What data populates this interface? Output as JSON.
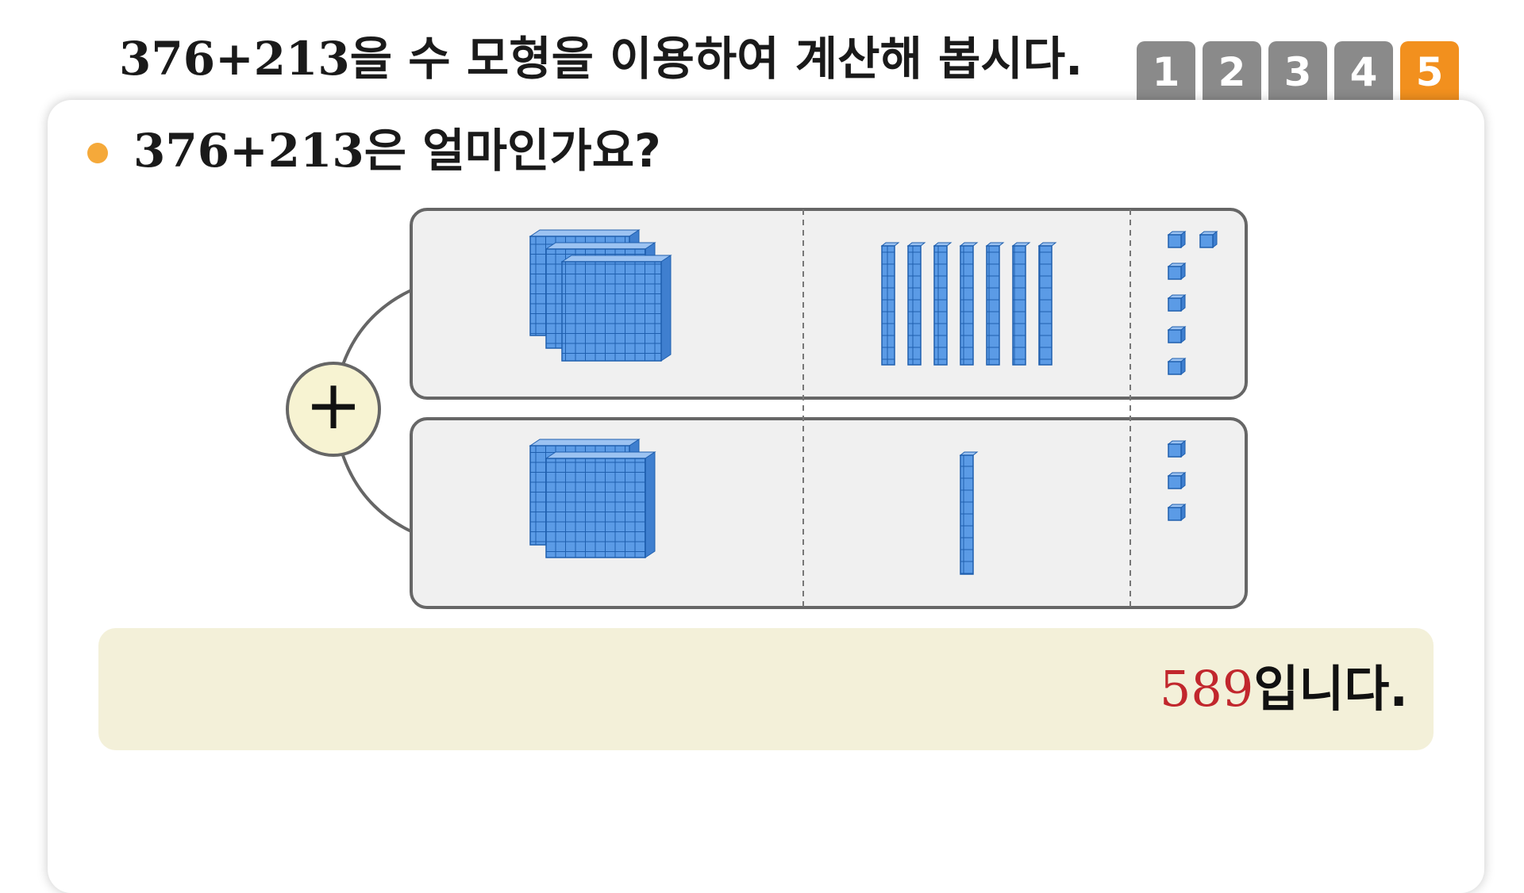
{
  "header": {
    "title_expr": "376+213",
    "title_text": "을 수 모형을 이용하여 계산해 봅시다."
  },
  "tabs": [
    {
      "label": "1",
      "active": false
    },
    {
      "label": "2",
      "active": false
    },
    {
      "label": "3",
      "active": false
    },
    {
      "label": "4",
      "active": false
    },
    {
      "label": "5",
      "active": true
    }
  ],
  "question": {
    "expr": "376+213",
    "text": "은 얼마인가요?"
  },
  "diagram": {
    "operator": "+",
    "top_row": {
      "hundreds": 3,
      "tens": 7,
      "ones": 6
    },
    "bottom_row": {
      "hundreds": 2,
      "tens": 1,
      "ones": 3
    }
  },
  "answer": {
    "value": "589",
    "suffix": "입니다."
  },
  "colors": {
    "tab_inactive": "#8a8a8a",
    "tab_active": "#f2901e",
    "bullet": "#f5a93a",
    "block_blue": "#5b9be6",
    "answer_bg": "#f3f0d9",
    "answer_value": "#c1272d"
  }
}
